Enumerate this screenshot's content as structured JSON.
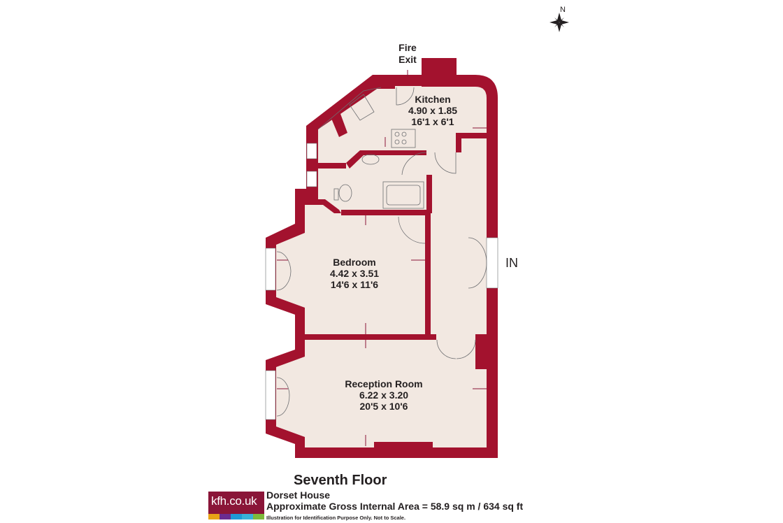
{
  "compass": {
    "label": "N",
    "icon": "compass-rose-icon"
  },
  "plan_labels": {
    "fire_exit_line1": "Fire",
    "fire_exit_line2": "Exit",
    "entrance": "IN"
  },
  "rooms": [
    {
      "name": "Kitchen",
      "metric": "4.90 x 1.85",
      "imperial": "16'1 x 6'1"
    },
    {
      "name": "Bedroom",
      "metric": "4.42 x 3.51",
      "imperial": "14'6 x 11'6"
    },
    {
      "name": "Reception Room",
      "metric": "6.22 x 3.20",
      "imperial": "20'5 x 10'6"
    }
  ],
  "footer": {
    "floor": "Seventh Floor",
    "logo_text": "kfh.co.uk",
    "building": "Dorset House",
    "area": "Approximate Gross Internal Area = 58.9 sq m / 634 sq ft",
    "disclaimer": "Illustration for Identification Purpose Only. Not to Scale."
  },
  "colors": {
    "wall": "#a3122e",
    "floor": "#f2e8e1",
    "logo_bg": "#8a1538",
    "logo_stripes": [
      "#e8a317",
      "#6a2c91",
      "#1f9ad6",
      "#39b1d8",
      "#7dba3c"
    ]
  }
}
